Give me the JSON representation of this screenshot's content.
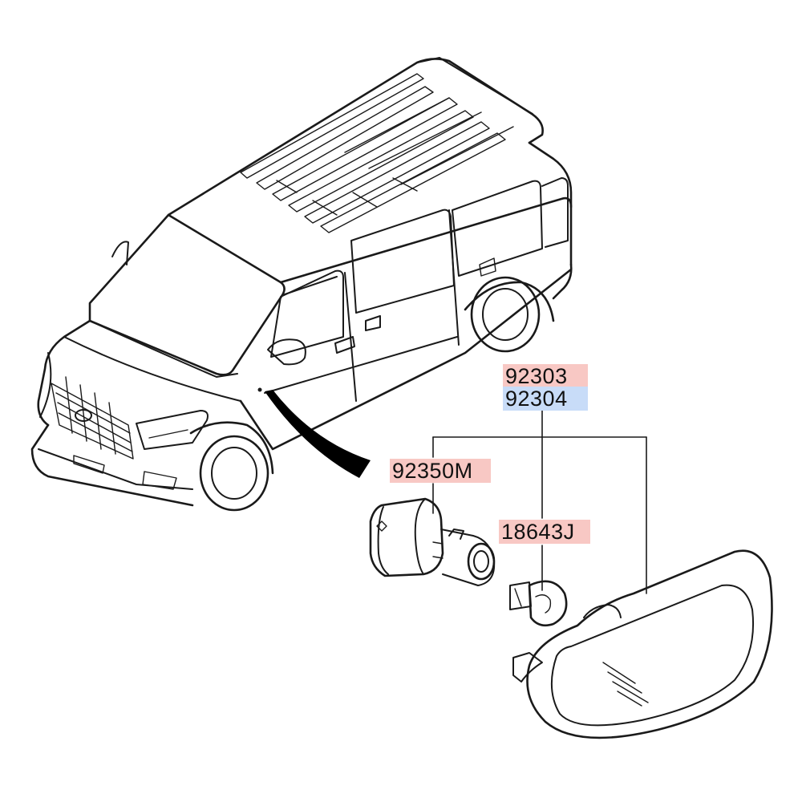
{
  "diagram": {
    "part_numbers": [
      {
        "code": "92303",
        "highlight": "#f8c8c4"
      },
      {
        "code": "92304",
        "highlight": "#c8dcf8"
      },
      {
        "code": "92350M",
        "highlight": "#f8c8c4"
      },
      {
        "code": "18643J",
        "highlight": "#f8c8c4"
      }
    ],
    "colors": {
      "line": "#1a1a1a",
      "pointer": "#000000",
      "background": "#ffffff"
    }
  }
}
